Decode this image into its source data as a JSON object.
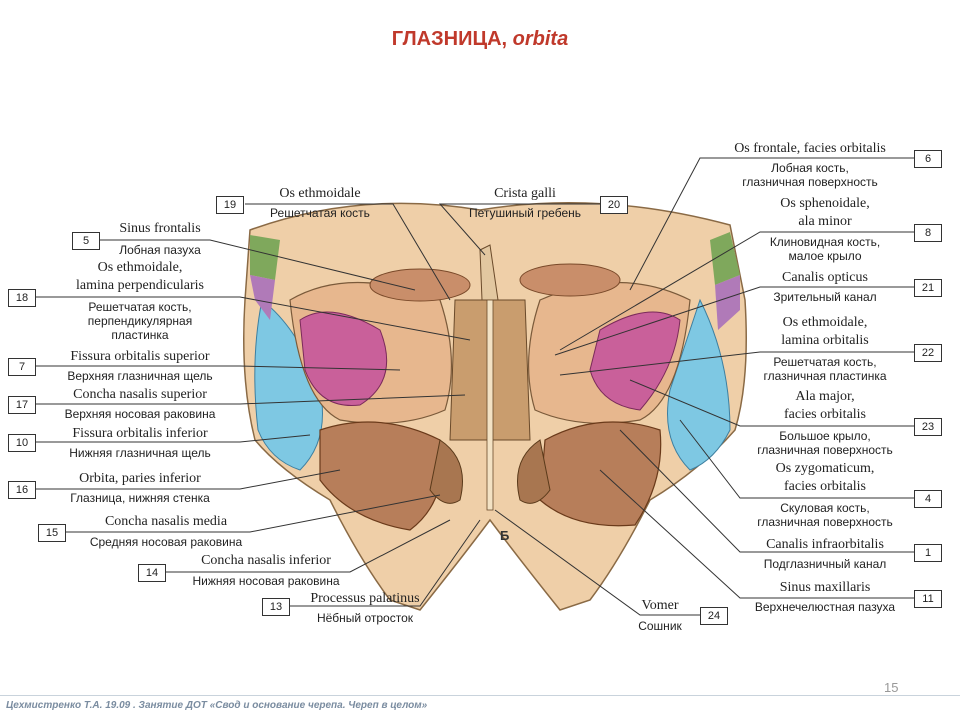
{
  "title": {
    "main": "ГЛАЗНИЦА,",
    "latin": "orbita"
  },
  "figure_letter": "Б",
  "labels": {
    "l19": {
      "num": "19",
      "latin": "Os ethmoidale",
      "ru": "Решетчатая кость"
    },
    "l20": {
      "num": "20",
      "latin": "Crista galli",
      "ru": "Петушиный гребень"
    },
    "l5": {
      "num": "5",
      "latin": "Sinus frontalis",
      "ru": "Лобная пазуха"
    },
    "l18": {
      "num": "18",
      "latin1": "Os ethmoidale,",
      "latin2": "lamina perpendicularis",
      "ru1": "Решетчатая кость,",
      "ru2": "перпендикулярная",
      "ru3": "пластинка"
    },
    "l7": {
      "num": "7",
      "latin": "Fissura orbitalis superior",
      "ru": "Верхняя глазничная щель"
    },
    "l17": {
      "num": "17",
      "latin": "Concha nasalis superior",
      "ru": "Верхняя носовая раковина"
    },
    "l10": {
      "num": "10",
      "latin": "Fissura orbitalis inferior",
      "ru": "Нижняя глазничная щель"
    },
    "l16": {
      "num": "16",
      "latin": "Orbita, paries inferior",
      "ru": "Глазница, нижняя стенка"
    },
    "l15": {
      "num": "15",
      "latin": "Concha nasalis media",
      "ru": "Средняя носовая раковина"
    },
    "l14": {
      "num": "14",
      "latin": "Concha nasalis inferior",
      "ru": "Нижняя носовая раковина"
    },
    "l13": {
      "num": "13",
      "latin": "Processus palatinus",
      "ru": "Нёбный отросток"
    },
    "l24": {
      "num": "24",
      "latin": "Vomer",
      "ru": "Сошник"
    },
    "l6": {
      "num": "6",
      "latin": "Os frontale, facies orbitalis",
      "ru1": "Лобная кость,",
      "ru2": "глазничная поверхность"
    },
    "l8": {
      "num": "8",
      "latin1": "Os sphenoidale,",
      "latin2": "ala minor",
      "ru1": "Клиновидная кость,",
      "ru2": "малое крыло"
    },
    "l21": {
      "num": "21",
      "latin": "Canalis opticus",
      "ru": "Зрительный канал"
    },
    "l22": {
      "num": "22",
      "latin1": "Os ethmoidale,",
      "latin2": "lamina orbitalis",
      "ru1": "Решетчатая кость,",
      "ru2": "глазничная пластинка"
    },
    "l23": {
      "num": "23",
      "latin1": "Ala major,",
      "latin2": "facies orbitalis",
      "ru1": "Большое крыло,",
      "ru2": "глазничная поверхность"
    },
    "l4": {
      "num": "4",
      "latin1": "Os zygomaticum,",
      "latin2": "facies orbitalis",
      "ru1": "Скуловая кость,",
      "ru2": "глазничная поверхность"
    },
    "l1": {
      "num": "1",
      "latin": "Canalis infraorbitalis",
      "ru": "Подглазничный канал"
    },
    "l11": {
      "num": "11",
      "latin": "Sinus maxillaris",
      "ru": "Верхнечелюстная пазуха"
    }
  },
  "footer": "Цехмистренко Т.А. 19.09 . Занятие ДОТ «Свод  и основание черепа. Череп в целом»",
  "page_number": "15"
}
